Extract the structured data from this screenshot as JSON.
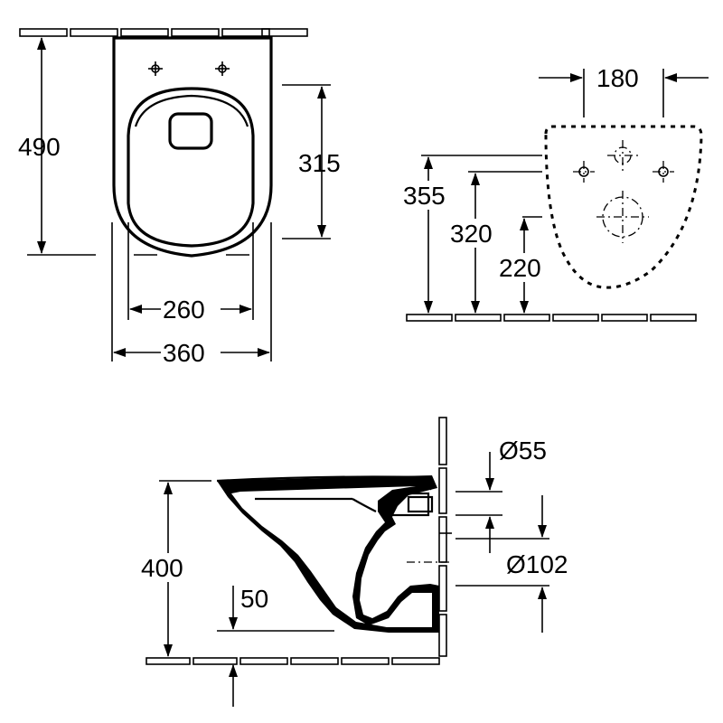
{
  "dimensions": {
    "top_view": {
      "height_490": "490",
      "height_315": "315",
      "width_260": "260",
      "width_360": "360"
    },
    "back_view": {
      "width_180": "180",
      "height_355": "355",
      "height_320": "320",
      "height_220": "220"
    },
    "side_view": {
      "diameter_55": "Ø55",
      "diameter_102": "Ø102",
      "height_400": "400",
      "offset_50": "50"
    }
  },
  "colors": {
    "line": "#000000",
    "background": "#ffffff"
  }
}
